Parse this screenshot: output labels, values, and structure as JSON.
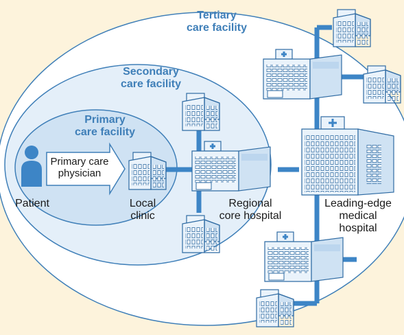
{
  "levels": {
    "tertiary": {
      "line1": "Tertiary",
      "line2": "care facility"
    },
    "secondary": {
      "line1": "Secondary",
      "line2": "care facility"
    },
    "primary": {
      "line1": "Primary",
      "line2": "care facility"
    }
  },
  "patient_label": "Patient",
  "arrow_label": {
    "line1": "Primary care",
    "line2": "physician"
  },
  "facilities": {
    "local_clinic": {
      "line1": "Local",
      "line2": "clinic"
    },
    "regional_hospital": {
      "line1": "Regional",
      "line2": "core hospital"
    },
    "leading_edge_hospital": {
      "line1": "Leading-edge",
      "line2": "medical",
      "line3": "hospital"
    }
  },
  "colors": {
    "background": "#fdf3dc",
    "ellipse_fill": "#ffffff",
    "secondary_fill": "#e4eff9",
    "primary_fill": "#cfe2f3",
    "ellipse_stroke": "#3f7fb8",
    "accent": "#3d85c6",
    "building_fill": "#eaf3fb",
    "building_stroke": "#2f6ba3"
  },
  "icons": [
    "person-icon",
    "arrow-icon",
    "office-building-icon",
    "hospital-icon",
    "large-hospital-icon"
  ]
}
